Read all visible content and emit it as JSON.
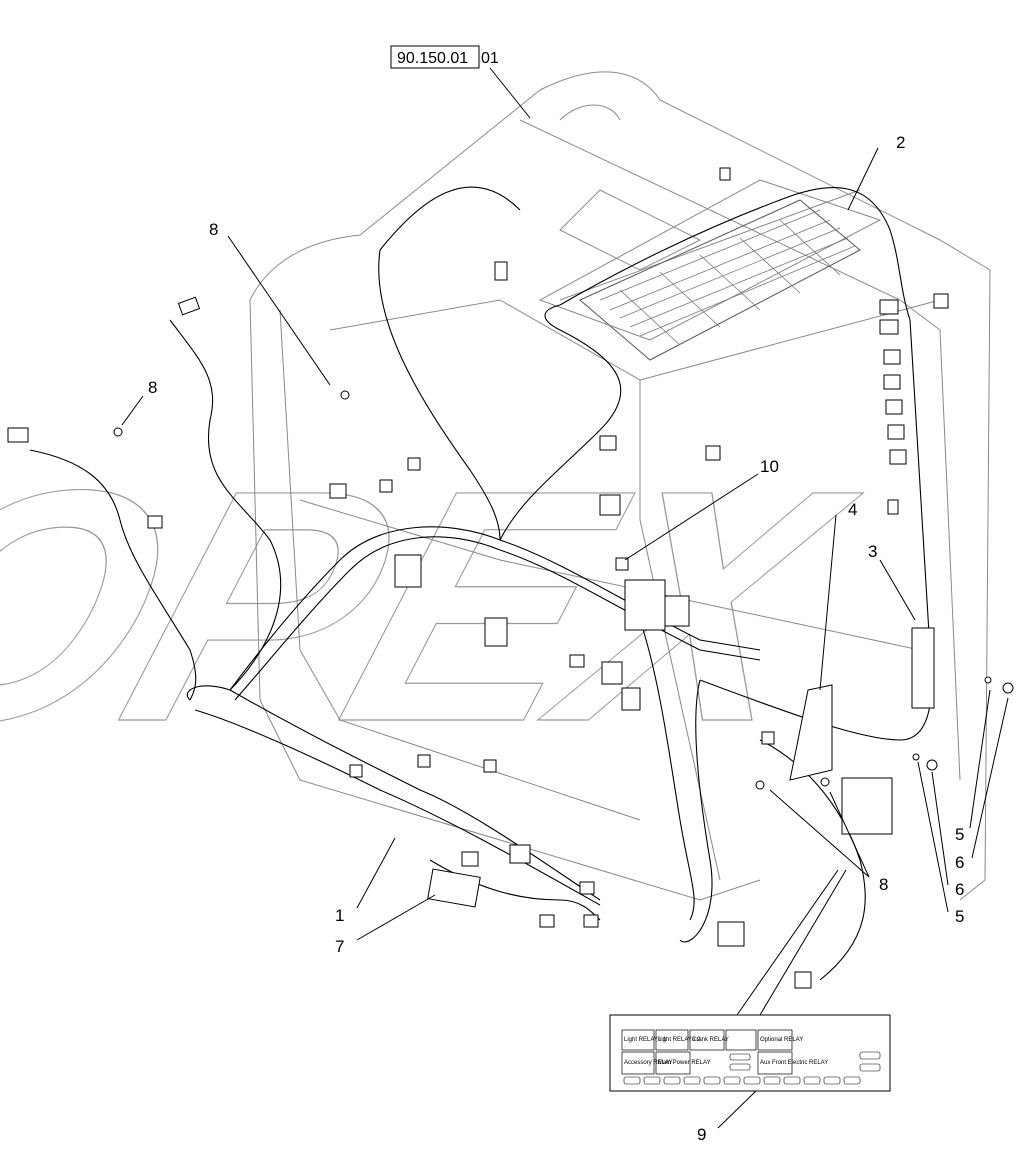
{
  "reference": {
    "code": "90.150.01",
    "suffix": "01"
  },
  "callouts": {
    "c1": "1",
    "c2": "2",
    "c3": "3",
    "c4": "4",
    "c5a": "5",
    "c5b": "5",
    "c6a": "6",
    "c6b": "6",
    "c7": "7",
    "c8a": "8",
    "c8b": "8",
    "c8c": "8",
    "c9": "9",
    "c10": "10"
  },
  "decal": {
    "row1": [
      "Light RELAY# 1",
      "Light RELAY# 2",
      "Crank RELAY",
      "Optional RELAY"
    ],
    "row2": [
      "Accessory RELAY",
      "Main Power RELAY",
      "Aux Front Electric RELAY"
    ]
  },
  "watermark": {
    "text": "OPEX"
  }
}
